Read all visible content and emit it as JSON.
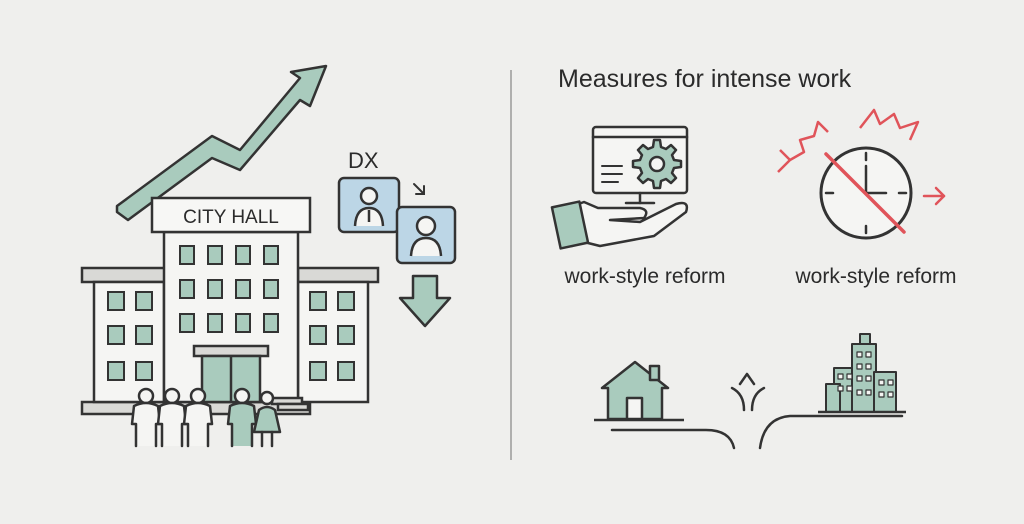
{
  "left_panel": {
    "building_sign": "CITY HALL",
    "dx_label": "DX"
  },
  "right_panel": {
    "heading": "Measures for intense work",
    "items": [
      {
        "label": "work-style reform",
        "icon": "hand-monitor-gear-icon"
      },
      {
        "label": "work-style reform",
        "icon": "crossed-clock-icon"
      }
    ],
    "bottom_icons": [
      "house-icon",
      "fork-road-icon",
      "city-buildings-icon"
    ]
  },
  "colors": {
    "accent_green": "#a9cbbd",
    "accent_blue": "#bcd6e6",
    "outline": "#333333",
    "alert_red": "#e0545a",
    "background": "#efefed"
  }
}
